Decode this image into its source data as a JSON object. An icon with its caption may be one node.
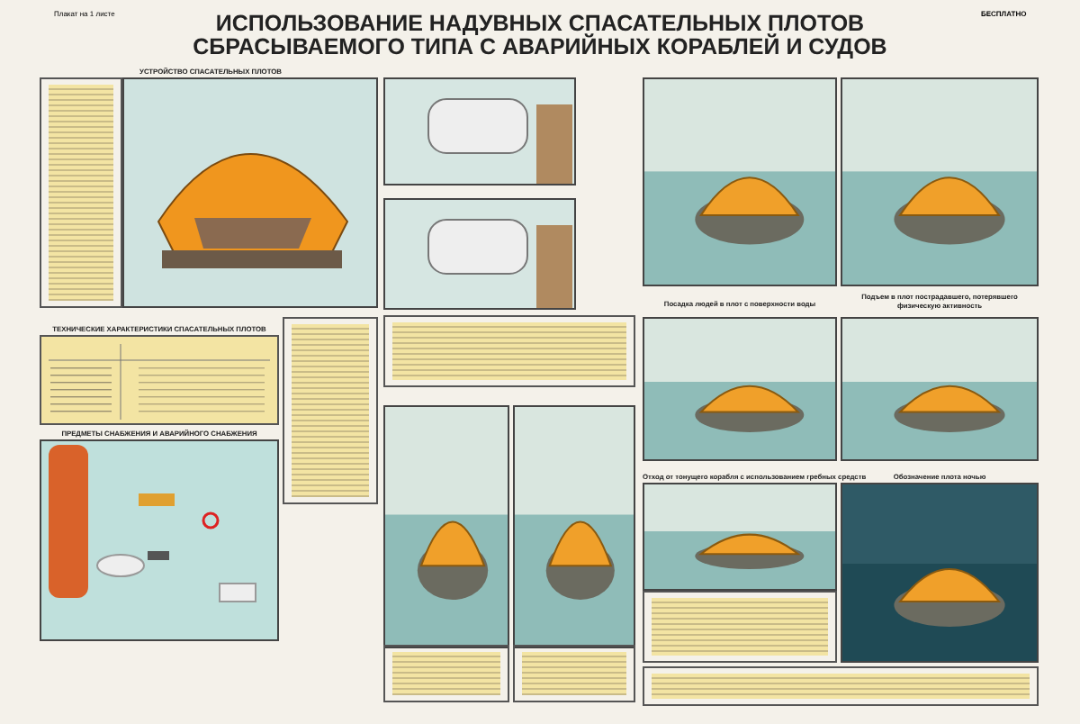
{
  "diagram": {
    "title": "ИСПОЛЬЗОВАНИЕ НАДУВНЫХ СПАСАТЕЛЬНЫХ ПЛОТОВ СБРАСЫВАЕМОГО ТИПА С АВАРИЙНЫХ КОРАБЛЕЙ И СУДОВ",
    "nodes": [
      {
        "text": [
          "УСТРОЙСТВО СПАСАТЕЛЬНЫХ ПЛОТОВ"
        ]
      },
      {
        "text": [
          "ТЕХНИЧЕСКИЕ ХАРАКТЕРИСТИКИ СПАСАТЕЛЬНЫХ ПЛОТОВ"
        ]
      },
      {
        "text": [
          "ПРЕДМЕТЫ СНАБЖЕНИЯ И АВАРИЙНОГО СНАБЖЕНИЯ"
        ]
      },
      {
        "text": [
          "Посадка людей в плот с поверхности воды"
        ]
      },
      {
        "text": [
          "Подъем в плот пострадавшего, потерявшего физическую активность"
        ]
      },
      {
        "text": [
          "Отход от тонущего корабля с использованием гребных средств"
        ]
      },
      {
        "text": [
          "Обозначение плота ночью"
        ]
      }
    ],
    "labels": [
      "Плакат на 1 листе",
      "БЕСПЛАТНО"
    ]
  }
}
